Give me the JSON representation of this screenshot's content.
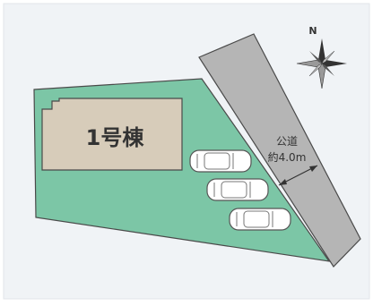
{
  "building": {
    "label": "1号棟"
  },
  "road": {
    "name": "公道",
    "width": "約4.0m"
  },
  "compass": {
    "north_label": "N"
  },
  "parking": {
    "car_count": 3
  },
  "colors": {
    "frame": "#f0f3f6",
    "lot_fill": "#7cc6a6",
    "road_fill": "#b5b5b5",
    "building_fill": "#d7ccba",
    "outline": "#4a4a4a"
  }
}
